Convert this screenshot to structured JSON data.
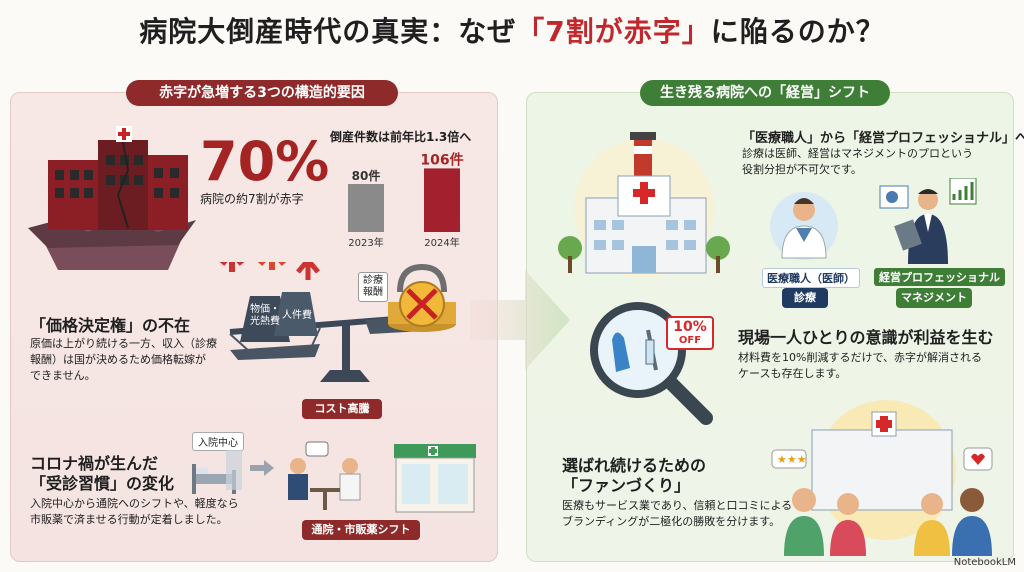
{
  "title": {
    "prefix": "病院大倒産時代の真実：なぜ",
    "highlight": "「7割が赤字」",
    "suffix": "に陥るのか？"
  },
  "left": {
    "header": "赤字が急増する3つの構造的要因",
    "stat_value": "70%",
    "stat_caption": "病院の約7割が赤字",
    "chart_title": "倒産件数は前年比1.3倍へ",
    "price": {
      "heading": "「価格決定権」の不在",
      "body": [
        "原価は上がり続ける一方、収入（診療",
        "報酬）は国が決めるため価格転嫁が",
        "できません。"
      ],
      "weight1": [
        "物価・",
        "光熱費"
      ],
      "weight2": "人件費",
      "lock_label": [
        "診療",
        "報酬"
      ],
      "tag": "コスト高騰"
    },
    "corona": {
      "heading": [
        "コロナ禍が生んだ",
        "「受診習慣」の変化"
      ],
      "body": [
        "入院中心から通院へのシフトや、軽度なら",
        "市販薬で済ませる行動が定着しました。"
      ],
      "inpatient_label": "入院中心",
      "tag": "通院・市販薬シフト"
    }
  },
  "right": {
    "header": "生き残る病院への「経営」シフト",
    "section1": {
      "heading": "「医療職人」から「経営プロフェッショナル」へ",
      "body": [
        "診療は医師、経営はマネジメントのプロという",
        "役割分担が不可欠です。"
      ],
      "role1_label": "医療職人（医師）",
      "role1_tag": "診療",
      "role2_label": "経営プロフェッショナル",
      "role2_tag": "マネジメント"
    },
    "section2": {
      "badge": [
        "10%",
        "OFF"
      ],
      "heading": "現場一人ひとりの意識が利益を生む",
      "body": [
        "材料費を10%削減するだけで、赤字が解消される",
        "ケースも存在します。"
      ]
    },
    "section3": {
      "heading": [
        "選ばれ続けるための",
        "「ファンづくり」"
      ],
      "body": [
        "医療もサービス業であり、信頼と口コミによる",
        "ブランディングが二極化の勝敗を分けます。"
      ]
    }
  },
  "footer": "NotebookLM",
  "colors": {
    "red": "#a42323",
    "green": "#3f7e37",
    "bar2023": "#8a8a8a",
    "bar2024": "#a3202e"
  },
  "chart_data": {
    "type": "bar",
    "title": "倒産件数は前年比1.3倍へ",
    "categories": [
      "2023年",
      "2024年"
    ],
    "values": [
      80,
      106
    ],
    "value_labels": [
      "80件",
      "106件"
    ],
    "ylim": [
      0,
      110
    ],
    "grid": false
  }
}
